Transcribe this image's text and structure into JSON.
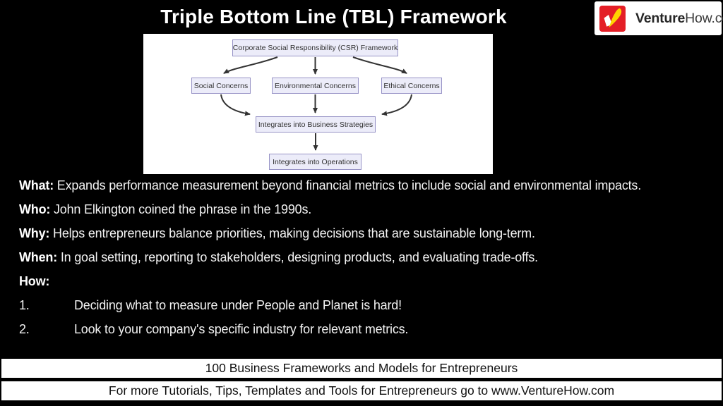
{
  "title": "Triple Bottom Line (TBL) Framework",
  "logo": {
    "brand_bold": "Venture",
    "brand_rest": "How.com"
  },
  "diagram": {
    "nodes": {
      "csr": "Corporate Social Responsibility (CSR) Framework",
      "social": "Social Concerns",
      "environmental": "Environmental Concerns",
      "ethical": "Ethical Concerns",
      "strategies": "Integrates into Business Strategies",
      "operations": "Integrates into Operations"
    },
    "node_fill": "#ECECF9",
    "node_border": "#9793C6",
    "arrow_color": "#333333"
  },
  "body": {
    "items": [
      {
        "label": "What:",
        "text": "Expands performance measurement beyond financial metrics to include social and environmental impacts."
      },
      {
        "label": "Who:",
        "text": "John Elkington coined the phrase in the 1990s."
      },
      {
        "label": "Why:",
        "text": "Helps entrepreneurs balance priorities, making decisions that are sustainable long-term."
      },
      {
        "label": "When:",
        "text": "In goal setting, reporting to stakeholders, designing products, and evaluating trade-offs."
      },
      {
        "label": "How:",
        "text": ""
      }
    ],
    "numbered": [
      {
        "num": "1.",
        "text": "Deciding what to measure under People and Planet is hard!"
      },
      {
        "num": "2.",
        "text": "Look to your company's specific industry for relevant metrics."
      }
    ]
  },
  "footer": {
    "line1": "100 Business Frameworks and Models for Entrepreneurs",
    "line2": "For more Tutorials, Tips, Templates and Tools for Entrepreneurs go to www.VentureHow.com"
  },
  "colors": {
    "background": "#000000",
    "title_text": "#ffffff",
    "logo_red": "#E41E26",
    "logo_yellow": "#FFD400"
  }
}
